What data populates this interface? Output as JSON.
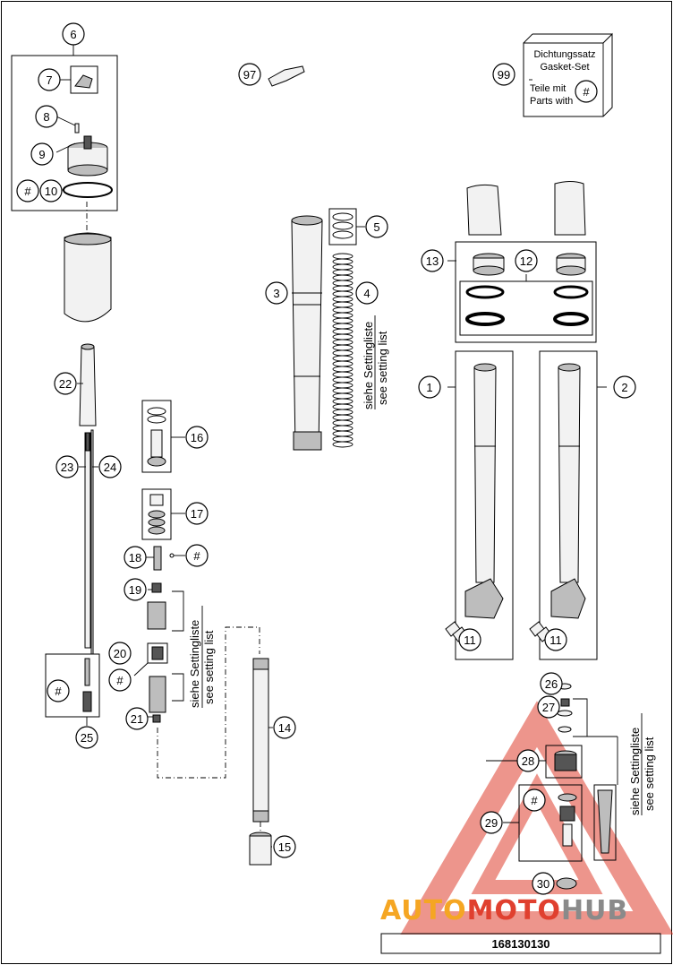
{
  "callouts": {
    "c1": "1",
    "c2": "2",
    "c3": "3",
    "c4": "4",
    "c5": "5",
    "c6": "6",
    "c7": "7",
    "c8": "8",
    "c9": "9",
    "c10": "10",
    "c11a": "11",
    "c11b": "11",
    "c12": "12",
    "c13": "13",
    "c14": "14",
    "c15": "15",
    "c16": "16",
    "c17": "17",
    "c18": "18",
    "c19": "19",
    "c20": "20",
    "c21": "21",
    "c22": "22",
    "c23": "23",
    "c24": "24",
    "c25": "25",
    "c26": "26",
    "c27": "27",
    "c28": "28",
    "c29": "29",
    "c30": "30",
    "c97": "97",
    "c99": "99",
    "hash_symbol": "#"
  },
  "setting_list": {
    "line1": "siehe Settingliste",
    "line2": "see setting list"
  },
  "gasket_kit": {
    "line1": "Dichtungssatz",
    "line2": "Gasket-Set",
    "line3": "Teile mit",
    "line4": "Parts with"
  },
  "watermark": {
    "part1": "AUTO",
    "part2": "MOTO",
    "part3": "HUB",
    "color_orange": "#f5a623",
    "color_red": "#e0402f",
    "color_gray": "#8a8a8a"
  },
  "drawing_number": "168130130"
}
